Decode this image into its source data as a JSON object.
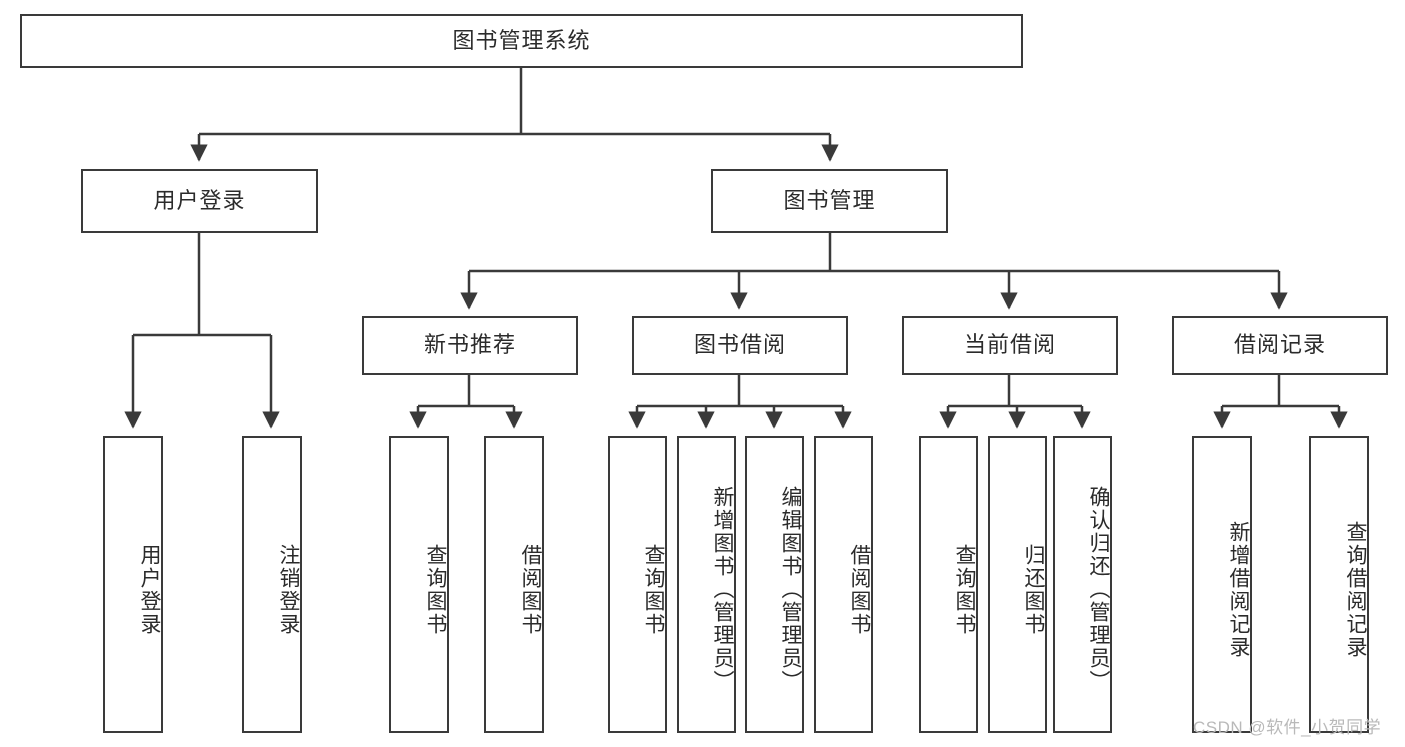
{
  "diagram": {
    "title": "图书管理系统",
    "type": "functional-structure-tree",
    "watermark": "CSDN @软件_小贺同学",
    "colors": {
      "border": "#3a3a3a",
      "text": "#2b2b2b",
      "background": "#ffffff",
      "watermark": "#b9b9b9"
    }
  },
  "nodes": {
    "root": {
      "label": "图书管理系统"
    },
    "level2": [
      {
        "label": "用户登录"
      },
      {
        "label": "图书管理"
      }
    ],
    "level3": [
      {
        "label": "新书推荐"
      },
      {
        "label": "图书借阅"
      },
      {
        "label": "当前借阅"
      },
      {
        "label": "借阅记录"
      }
    ],
    "leaves_user_login": [
      {
        "label": "用户登录"
      },
      {
        "label": "注销登录"
      }
    ],
    "leaves_new_book": [
      {
        "label": "查询图书"
      },
      {
        "label": "借阅图书"
      }
    ],
    "leaves_borrow": [
      {
        "label": "查询图书"
      },
      {
        "label": "新增图书（管理员）"
      },
      {
        "label": "编辑图书（管理员）"
      },
      {
        "label": "借阅图书"
      }
    ],
    "leaves_current": [
      {
        "label": "查询图书"
      },
      {
        "label": "归还图书"
      },
      {
        "label": "确认归还（管理员）"
      }
    ],
    "leaves_records": [
      {
        "label": "新增借阅记录"
      },
      {
        "label": "查询借阅记录"
      }
    ]
  }
}
